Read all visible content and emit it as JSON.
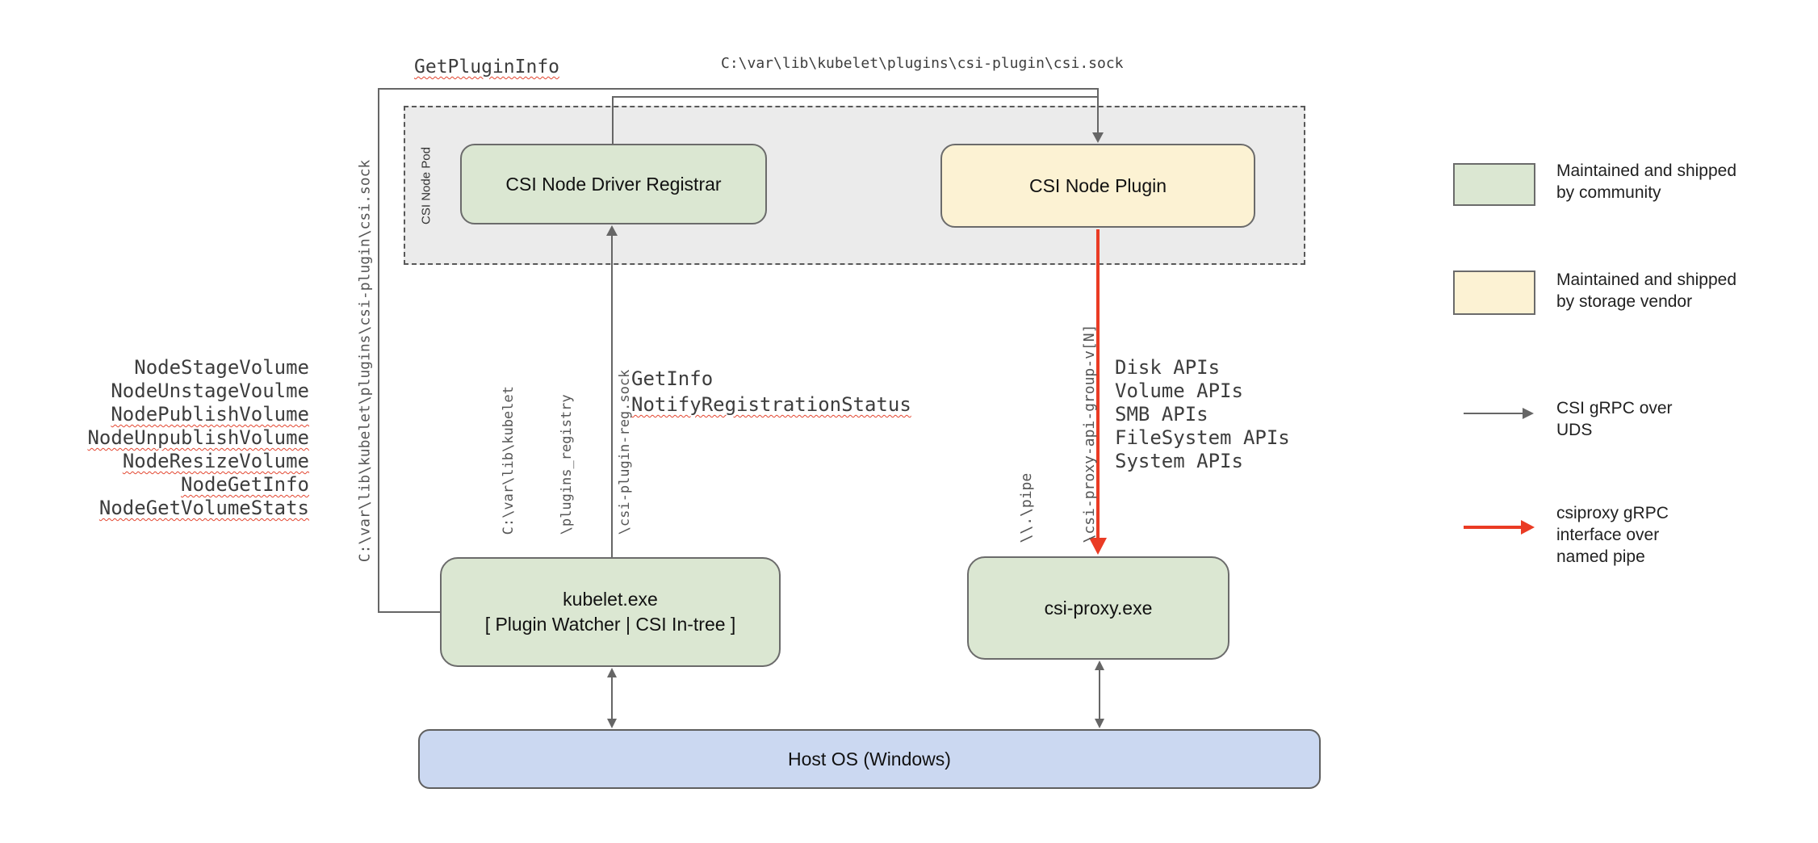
{
  "boxes": {
    "pod_label": "CSI Node Pod",
    "registrar": "CSI Node Driver Registrar",
    "plugin": "CSI Node Plugin",
    "kubelet_line1": "kubelet.exe",
    "kubelet_line2": "[ Plugin Watcher | CSI In-tree ]",
    "csi_proxy": "csi-proxy.exe",
    "host_os": "Host OS (Windows)"
  },
  "edge_labels": {
    "get_plugin_info": "GetPluginInfo",
    "csi_sock_top": "C:\\var\\lib\\kubelet\\plugins\\csi-plugin\\csi.sock",
    "csi_sock_vertical": "C:\\var\\lib\\kubelet\\plugins\\csi-plugin\\csi.sock",
    "reg_sock_lines": [
      "C:\\var\\lib\\kubelet",
      "\\plugins_registry",
      "\\csi-plugin-reg.sock"
    ],
    "get_info": "GetInfo",
    "notify_registration_status": "NotifyRegistrationStatus",
    "pipe_lines": [
      "\\\\.\\pipe",
      "\\csi-proxy-api-group-v[N]"
    ],
    "node_calls": [
      "NodeStageVolume",
      "NodeUnstageVoulme",
      "NodePublishVolume",
      "NodeUnpublishVolume",
      "NodeResizeVolume",
      "NodeGetInfo",
      "NodeGetVolumeStats"
    ],
    "api_calls": [
      "Disk APIs",
      "Volume APIs",
      "SMB APIs",
      "FileSystem APIs",
      "System APIs"
    ]
  },
  "legend": {
    "community": {
      "lines": [
        "Maintained and shipped",
        "by community"
      ],
      "color": "#dbe7d2"
    },
    "vendor": {
      "lines": [
        "Maintained and shipped",
        "by storage vendor"
      ],
      "color": "#fcf2d3"
    },
    "uds_arrow": {
      "lines": [
        "CSI gRPC over",
        "UDS"
      ],
      "color": "#666666"
    },
    "pipe_arrow": {
      "lines": [
        "csiproxy gRPC",
        "interface over",
        "named pipe"
      ],
      "color": "#ea3b24"
    }
  }
}
